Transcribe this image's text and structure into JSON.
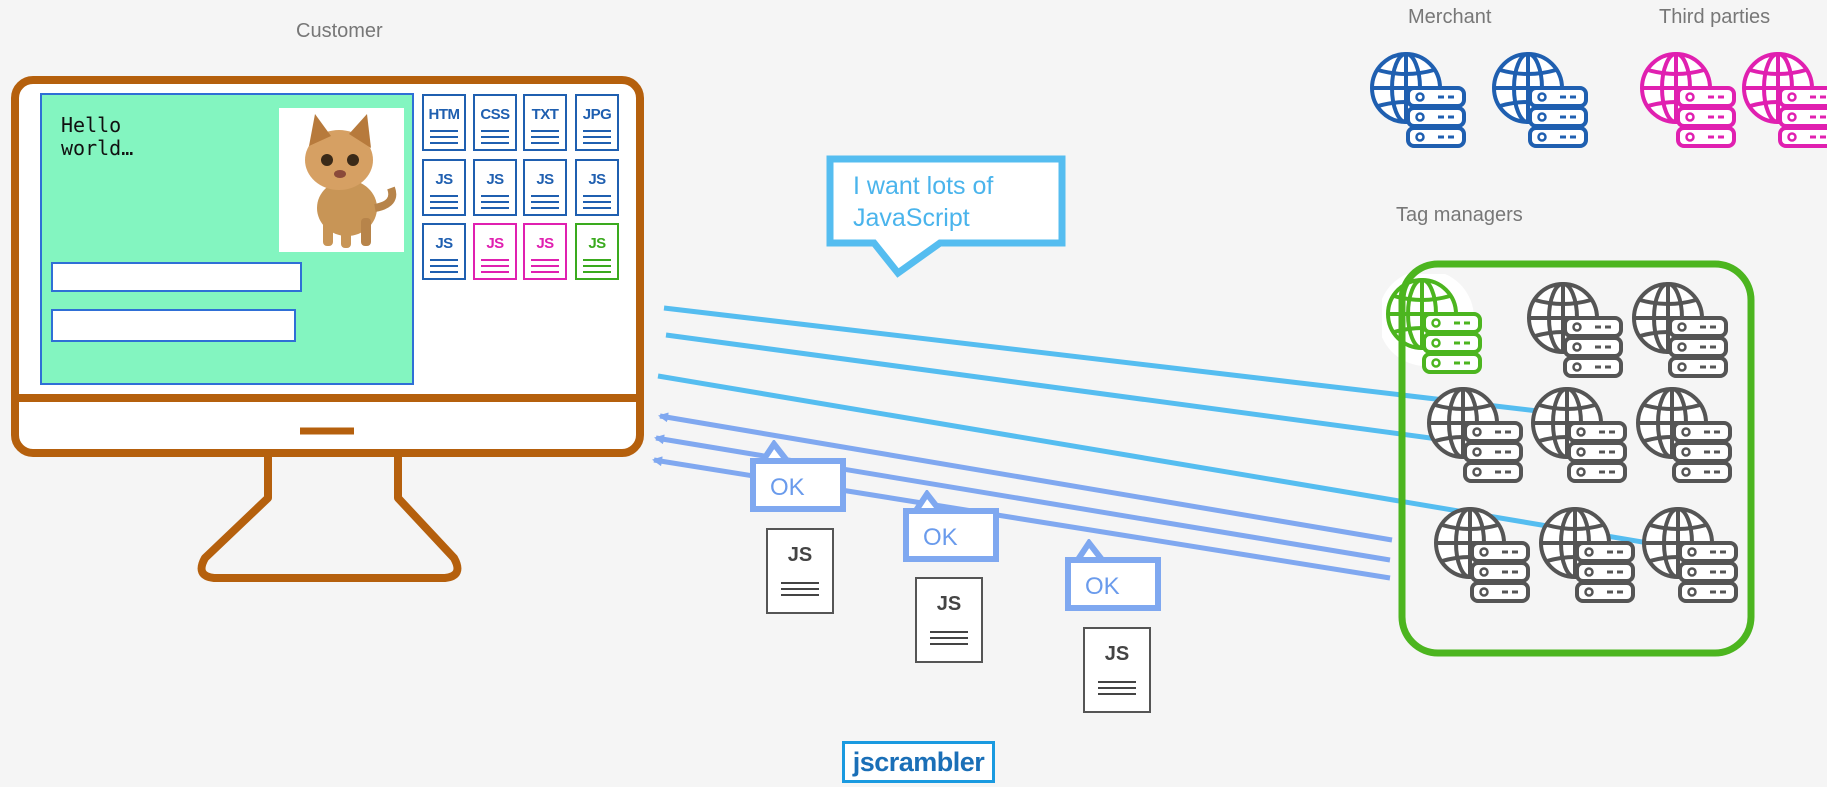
{
  "labels": {
    "customer": "Customer",
    "merchant": "Merchant",
    "third_parties": "Third parties",
    "tag_managers": "Tag managers"
  },
  "screen": {
    "hello_text": "Hello\nworld…"
  },
  "file_tiles": [
    {
      "label": "HTM",
      "color": "#1f5fb0"
    },
    {
      "label": "CSS",
      "color": "#1f5fb0"
    },
    {
      "label": "TXT",
      "color": "#1f5fb0"
    },
    {
      "label": "JPG",
      "color": "#1f5fb0"
    },
    {
      "label": "JS",
      "color": "#1f5fb0"
    },
    {
      "label": "JS",
      "color": "#1f5fb0"
    },
    {
      "label": "JS",
      "color": "#1f5fb0"
    },
    {
      "label": "JS",
      "color": "#1f5fb0"
    },
    {
      "label": "JS",
      "color": "#1f5fb0"
    },
    {
      "label": "JS",
      "color": "#e020b0"
    },
    {
      "label": "JS",
      "color": "#e020b0"
    },
    {
      "label": "JS",
      "color": "#3aaa1e"
    }
  ],
  "request_bubble": {
    "text": "I want lots of\nJavaScript"
  },
  "responses": [
    {
      "ok": "OK",
      "file": "JS"
    },
    {
      "ok": "OK",
      "file": "JS"
    },
    {
      "ok": "OK",
      "file": "JS"
    }
  ],
  "brand": {
    "logo": "jscrambler"
  },
  "colors": {
    "monitor": "#b5600d",
    "screen": "#83f5c0",
    "request_arrow": "#55bdf0",
    "response_arrow": "#80a8f0",
    "merchant": "#1f5fb0",
    "third_party": "#e020b0",
    "tag_manager_frame": "#4cb51f",
    "server_gray": "#555555"
  }
}
